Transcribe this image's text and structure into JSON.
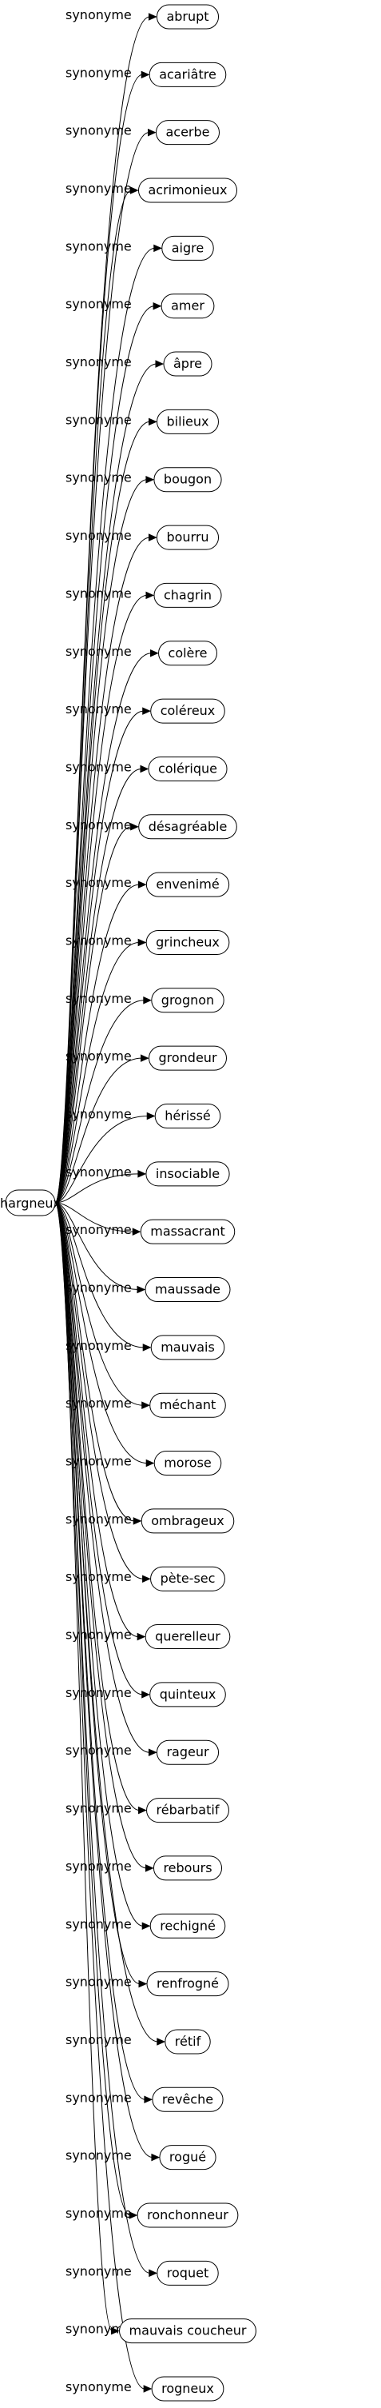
{
  "source": {
    "label": "hargneux"
  },
  "relation": "synonyme",
  "targets": [
    "abrupt",
    "acariâtre",
    "acerbe",
    "acrimonieux",
    "aigre",
    "amer",
    "âpre",
    "bilieux",
    "bougon",
    "bourru",
    "chagrin",
    "colère",
    "coléreux",
    "colérique",
    "désagréable",
    "envenimé",
    "grincheux",
    "grognon",
    "grondeur",
    "hérissé",
    "insociable",
    "massacrant",
    "maussade",
    "mauvais",
    "méchant",
    "morose",
    "ombrageux",
    "pète-sec",
    "querelleur",
    "quinteux",
    "rageur",
    "rébarbatif",
    "rebours",
    "rechigné",
    "renfrogné",
    "rétif",
    "revêche",
    "rogué",
    "ronchonneur",
    "roquet",
    "mauvais coucheur",
    "rogneux"
  ]
}
